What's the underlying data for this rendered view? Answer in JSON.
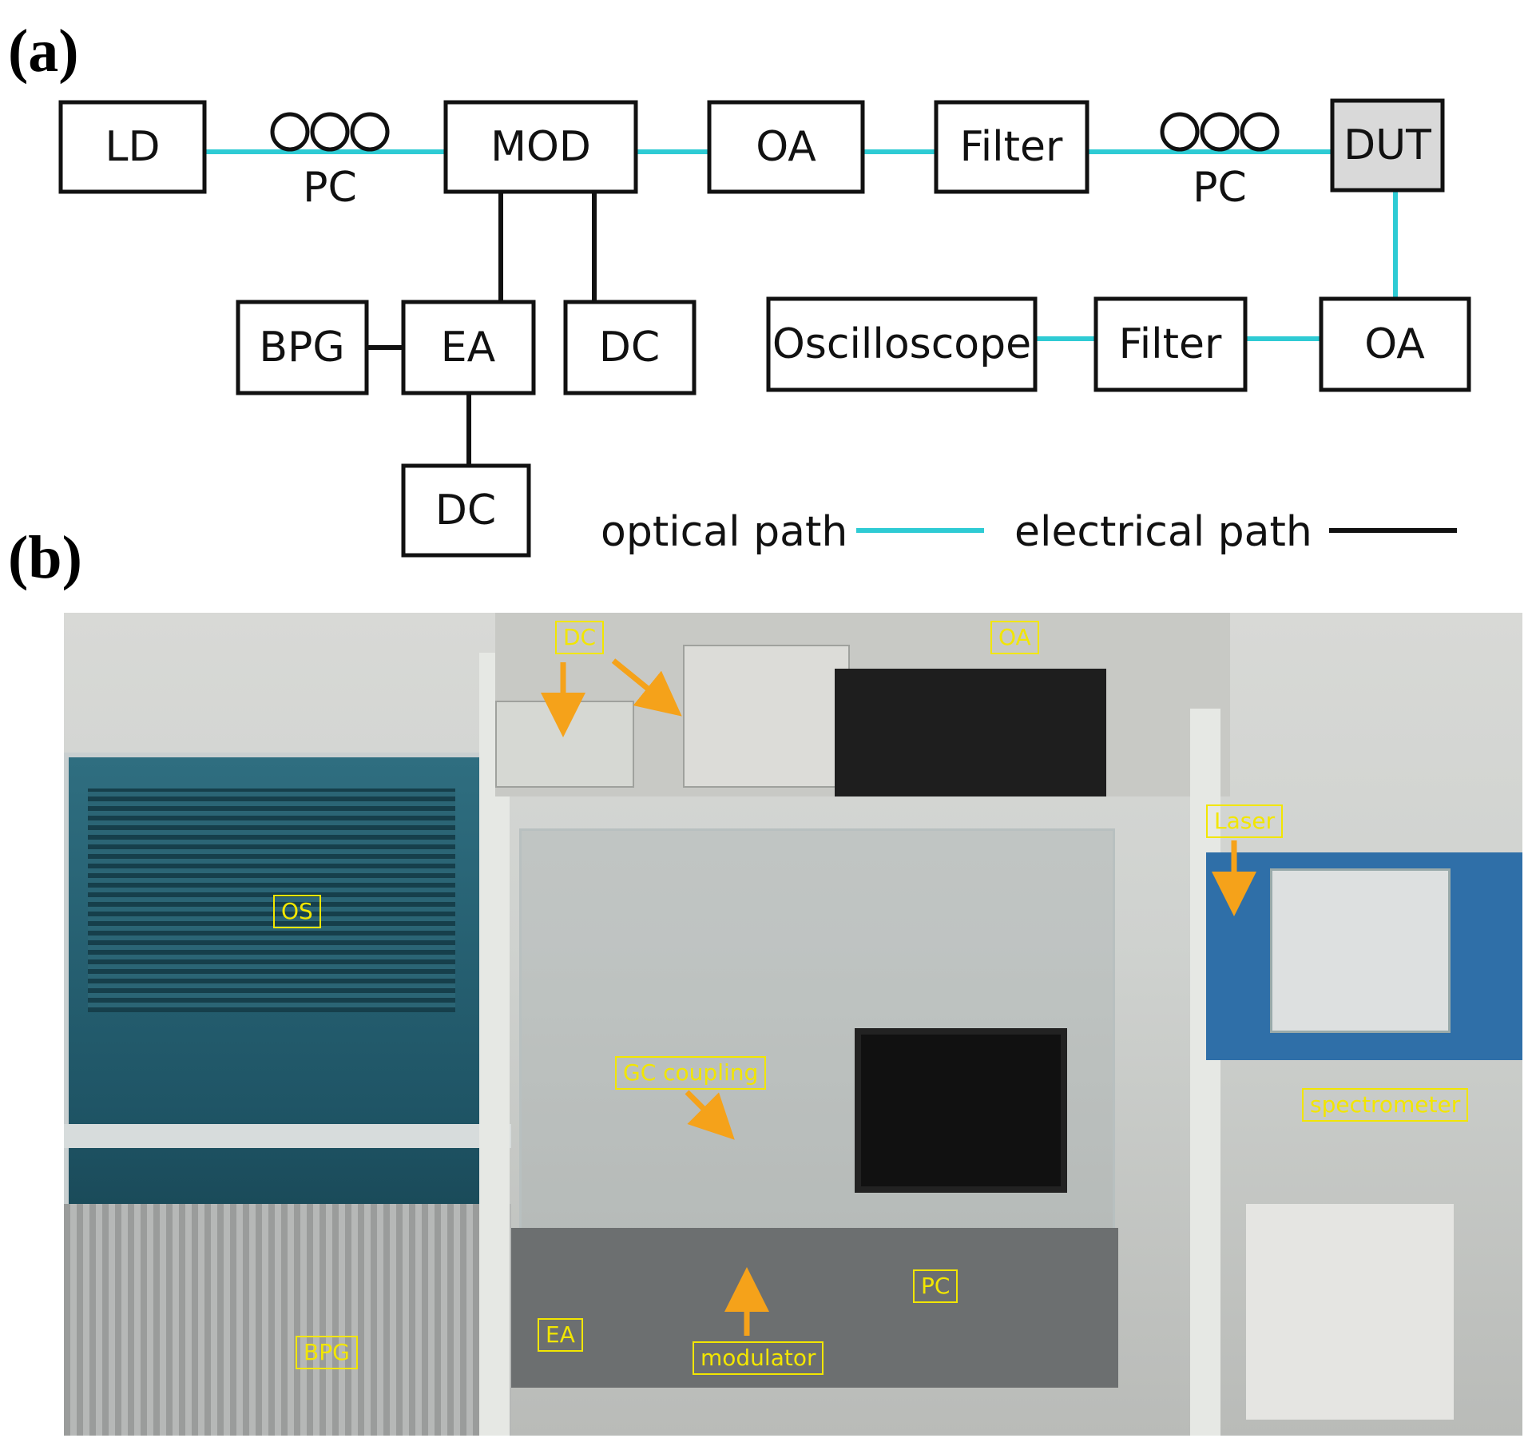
{
  "panels": {
    "a": "(a)",
    "b": "(b)"
  },
  "blocks": {
    "ld": "LD",
    "mod": "MOD",
    "oa1": "OA",
    "filter1": "Filter",
    "dut": "DUT",
    "bpg": "BPG",
    "ea": "EA",
    "dc1": "DC",
    "dc2": "DC",
    "oscilloscope": "Oscilloscope",
    "filter2": "Filter",
    "oa2": "OA"
  },
  "pc_labels": {
    "pc1": "PC",
    "pc2": "PC"
  },
  "legend": {
    "optical": "optical path",
    "electrical": "electrical path"
  },
  "colors": {
    "optical": "#2ecbd4",
    "electrical": "#111111",
    "dut_fill": "#d9d9d9",
    "tag": "#f2e600",
    "arrow": "#f5a21a"
  },
  "photo_tags": {
    "dc": "DC",
    "oa": "OA",
    "os": "OS",
    "laser": "Laser",
    "gc": "GC coupling",
    "spectrometer": "spectrometer",
    "pc": "PC",
    "ea": "EA",
    "modulator": "modulator",
    "bpg": "BPG"
  }
}
